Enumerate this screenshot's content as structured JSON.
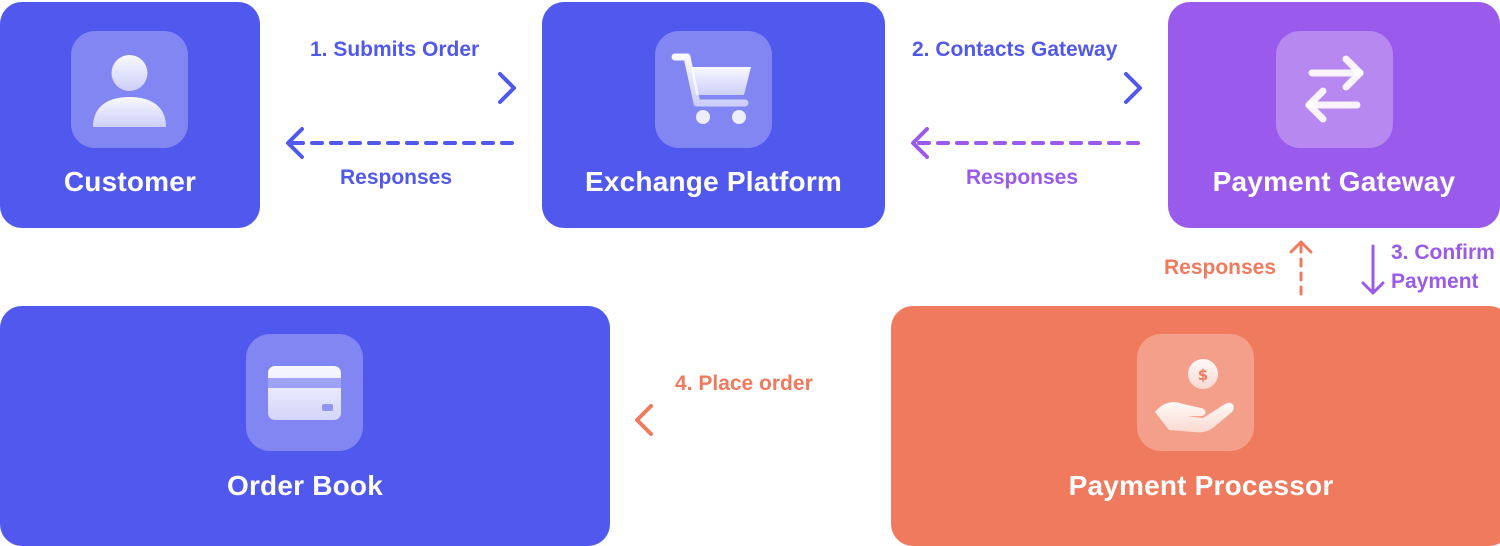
{
  "nodes": {
    "customer": {
      "title": "Customer",
      "icon": "user-icon"
    },
    "exchange": {
      "title": "Exchange Platform",
      "icon": "shopping-cart-icon"
    },
    "gateway": {
      "title": "Payment Gateway",
      "icon": "exchange-arrows-icon"
    },
    "processor": {
      "title": "Payment Processor",
      "icon": "hand-coin-icon"
    },
    "orderbook": {
      "title": "Order Book",
      "icon": "credit-card-icon"
    }
  },
  "edges": {
    "submit": {
      "label": "1. Submits Order"
    },
    "responses_customer": {
      "label": "Responses"
    },
    "contacts": {
      "label": "2. Contacts Gateway"
    },
    "responses_exchange": {
      "label": "Responses"
    },
    "confirm": {
      "label_line1": "3. Confirm",
      "label_line2": "Payment"
    },
    "responses_gateway": {
      "label": "Responses"
    },
    "place": {
      "label": "4. Place order"
    }
  },
  "colors": {
    "blue": "#5158EE",
    "purple": "#9A5AEB",
    "coral": "#F07A5E"
  }
}
